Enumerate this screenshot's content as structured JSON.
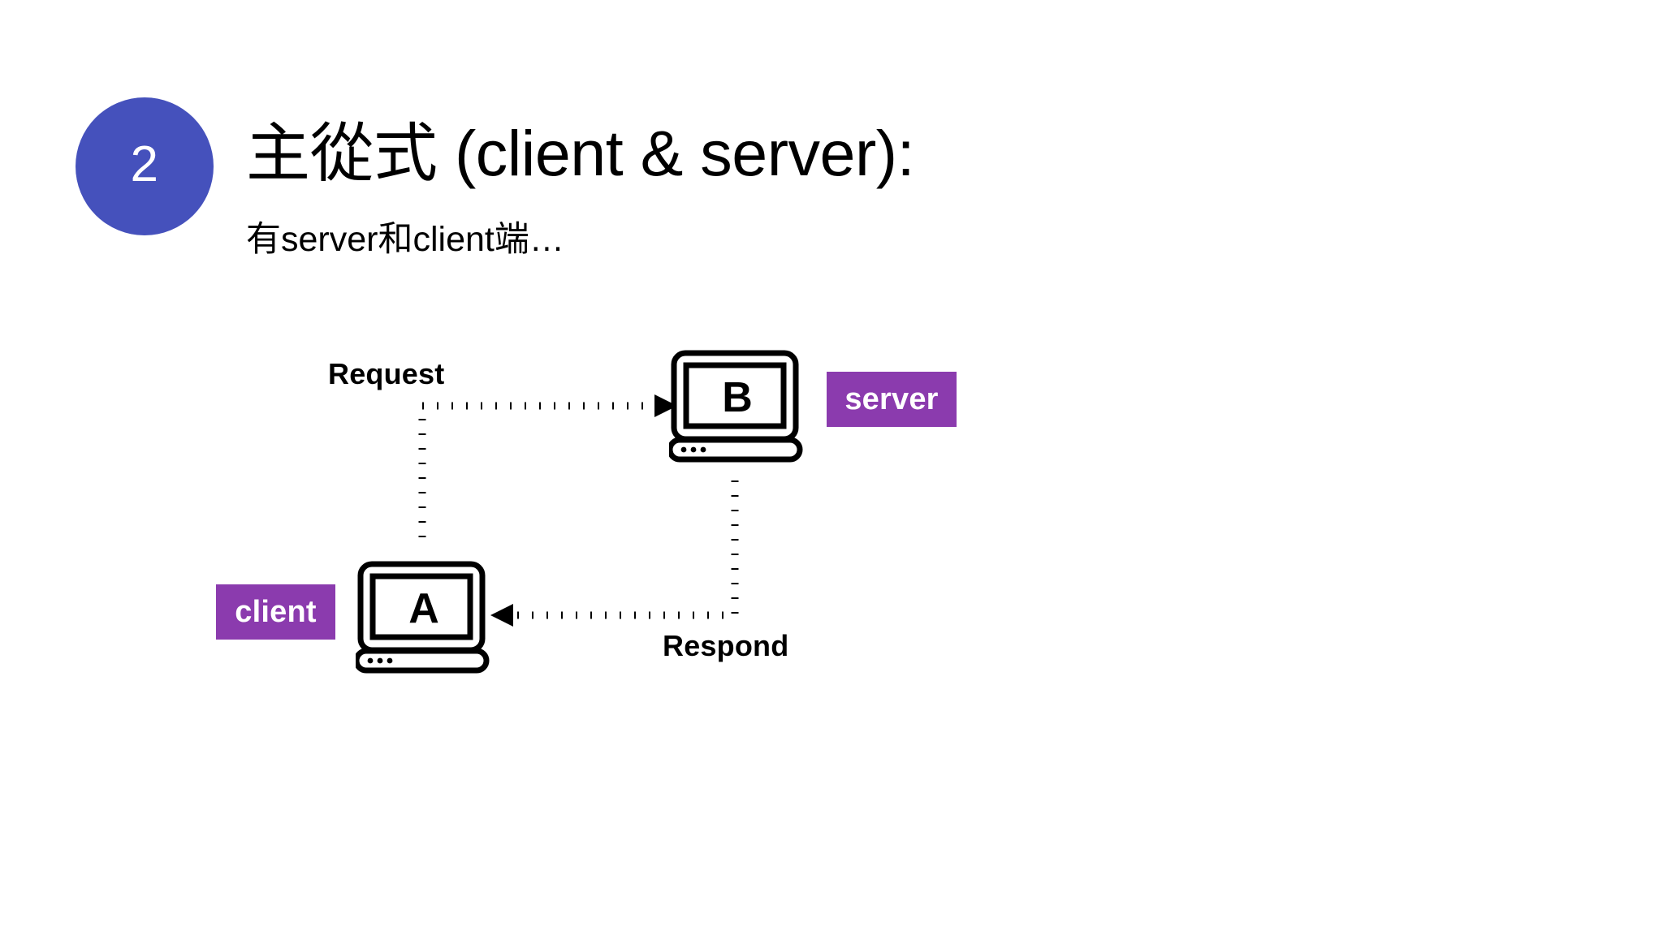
{
  "slide": {
    "background_color": "#ffffff",
    "accent_circle_color": "#4551bc",
    "tag_color": "#8b3bae",
    "text_color": "#000000"
  },
  "header": {
    "number": "2",
    "title": "主從式 (client & server):",
    "subtitle": "有server和client端…"
  },
  "diagram": {
    "type": "client-server-request-response",
    "nodes": [
      {
        "id": "b",
        "letter": "B",
        "role_tag": "server",
        "icon": "laptop-icon"
      },
      {
        "id": "a",
        "letter": "A",
        "role_tag": "client",
        "icon": "laptop-icon"
      }
    ],
    "tags": {
      "server": "server",
      "client": "client"
    },
    "edges": [
      {
        "id": "request",
        "label": "Request",
        "from": "a",
        "to": "b",
        "style": "dotted",
        "arrow": "right"
      },
      {
        "id": "respond",
        "label": "Respond",
        "from": "b",
        "to": "a",
        "style": "dotted",
        "arrow": "left"
      }
    ]
  }
}
